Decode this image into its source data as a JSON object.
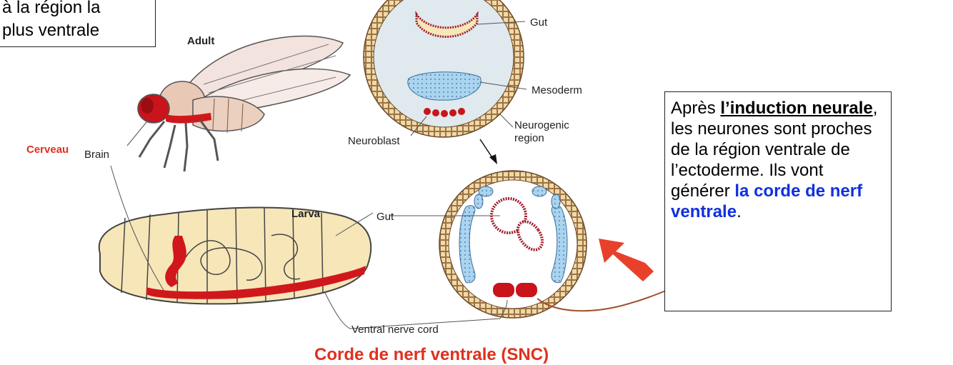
{
  "labels": {
    "adult": "Adult",
    "larva": "Larva",
    "brain": "Brain",
    "cerveau": "Cerveau",
    "gut_top": "Gut",
    "gut_mid": "Gut",
    "mesoderm": "Mesoderm",
    "neurogenic_1": "Neurogenic",
    "neurogenic_2": "region",
    "neuroblast": "Neuroblast",
    "ventral_nerve_cord": "Ventral nerve cord"
  },
  "topleft_box": {
    "line1": "à la région la",
    "line2": "plus ventrale"
  },
  "right_box": {
    "t1": "Après ",
    "t2": "l’induction neurale",
    "t3": ", les neurones sont proches de la région ventrale de l’ectoderme. Ils vont générer ",
    "t4": "la corde de nerf ventrale",
    "t5": "."
  },
  "bottom_caption": "Corde de nerf ventrale (SNC)",
  "colors": {
    "red": "#d01a1a",
    "tan": "#f4e3b5",
    "blue": "#aad4ef",
    "arrow": "#e8402a",
    "connector": "#a0522d",
    "text_blue": "#1030e0"
  }
}
